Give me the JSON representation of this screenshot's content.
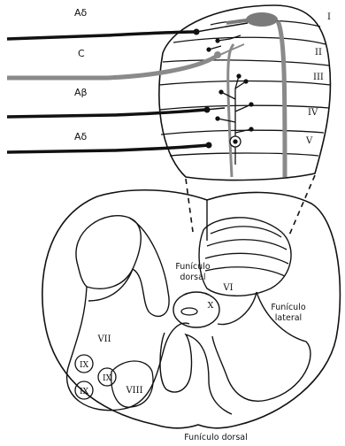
{
  "fibers": [
    {
      "id": "a-delta-top",
      "label": "Aδ",
      "color": "#111111"
    },
    {
      "id": "c",
      "label": "C",
      "color": "#8a8a8a"
    },
    {
      "id": "a-beta",
      "label": "Aβ",
      "color": "#111111"
    },
    {
      "id": "a-delta-bottom",
      "label": "Aδ",
      "color": "#111111"
    }
  ],
  "laminae_upper": [
    "I",
    "II",
    "III",
    "IV",
    "V"
  ],
  "cord_regions": {
    "dorsal_funiculus": "Funículo\ndorsal",
    "lateral_funiculus": "Funículo\nlateral",
    "ventral_funiculus": "Funículo dorsal",
    "lamina_vi": "VI",
    "lamina_vii": "VII",
    "lamina_viii": "VIII",
    "lamina_ix": [
      "IX",
      "IX",
      "IX"
    ],
    "lamina_x": "X"
  },
  "colors": {
    "line": "#111111",
    "gray": "#8a8a8a",
    "background": "#ffffff"
  }
}
